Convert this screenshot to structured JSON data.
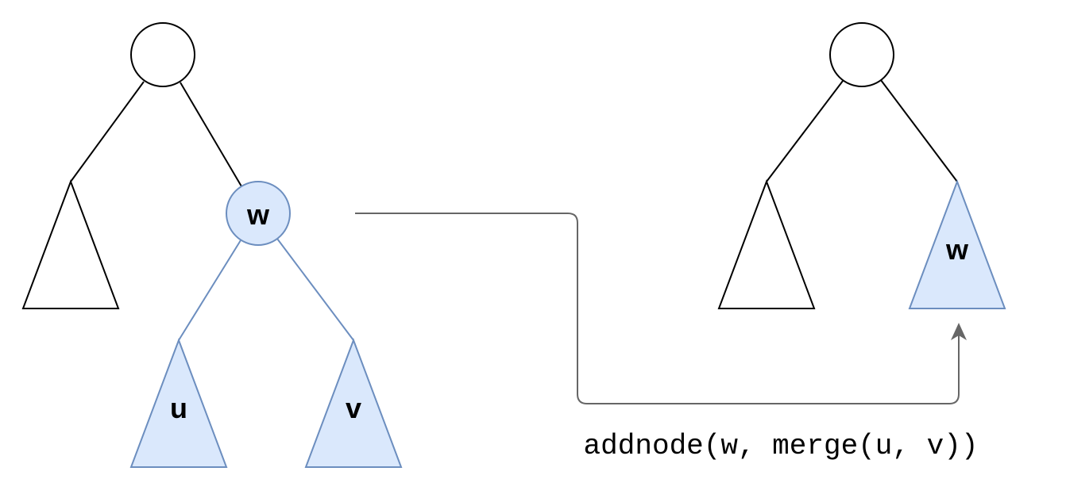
{
  "colors": {
    "stroke": "#000000",
    "highlight_fill": "#dae8fc",
    "highlight_stroke": "#6c8ebf",
    "arrow": "#666666",
    "background": "#ffffff"
  },
  "left_tree": {
    "node_w_label": "w",
    "subtree_u_label": "u",
    "subtree_v_label": "v"
  },
  "right_tree": {
    "subtree_w_label": "w"
  },
  "transform": {
    "caption": "addnode(w, merge(u, v))"
  }
}
